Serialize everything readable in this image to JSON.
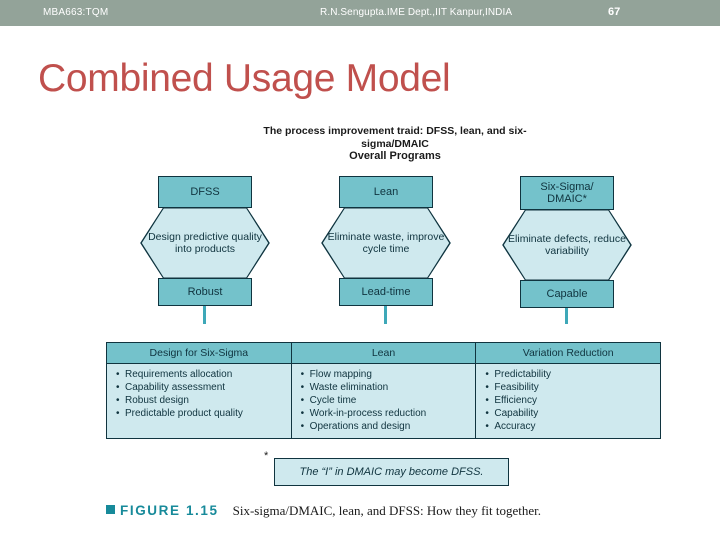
{
  "header": {
    "course": "MBA663:TQM",
    "author": "R.N.Sengupta.IME Dept.,IIT Kanpur,INDIA",
    "page_number": "67",
    "bar_color": "#93a399"
  },
  "slide": {
    "title": "Combined Usage Model",
    "title_color": "#c0504d"
  },
  "figure": {
    "heading_line1": "The process improvement traid: DFSS, lean,",
    "heading_line2": "and six-sigma/DMAIC",
    "heading_line3": "Overall Programs",
    "pillars": [
      {
        "cap": "DFSS",
        "hex": "Design predictive quality into products",
        "foot": "Robust"
      },
      {
        "cap": "Lean",
        "hex": "Eliminate waste, improve cycle time",
        "foot": "Lead-time"
      },
      {
        "cap": "Six-Sigma/ DMAIC*",
        "hex": "Eliminate defects, reduce variability",
        "foot": "Capable"
      }
    ],
    "table": {
      "headers": [
        "Design for Six-Sigma",
        "Lean",
        "Variation Reduction"
      ],
      "columns": [
        [
          "Requirements allocation",
          "Capability assessment",
          "Robust design",
          "Predictable product quality"
        ],
        [
          "Flow mapping",
          "Waste elimination",
          "Cycle time",
          "Work-in-process reduction",
          "Operations and design"
        ],
        [
          "Predictability",
          "Feasibility",
          "Efficiency",
          "Capability",
          "Accuracy"
        ]
      ],
      "bullet_glyph": "•"
    },
    "footnote": {
      "asterisk": "*",
      "text": "The “I” in DMAIC may become DFSS."
    },
    "caption": {
      "label": "FIGURE 1.15",
      "text": "Six-sigma/DMAIC, lean, and DFSS: How they fit together.",
      "accent_color": "#178a9a"
    },
    "colors": {
      "box_fill": "#74c2cb",
      "hex_fill": "#cfe9ee",
      "outline": "#10343f"
    }
  }
}
